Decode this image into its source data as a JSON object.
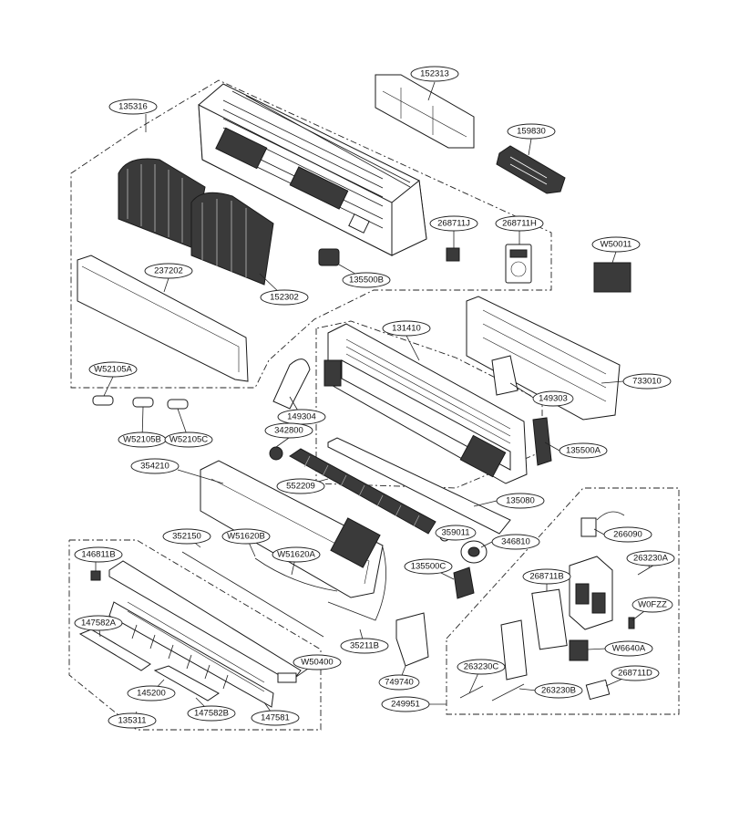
{
  "labels": {
    "l152313": "152313",
    "l135316": "135316",
    "l159830": "159830",
    "l268711J": "268711J",
    "l268711H": "268711H",
    "l135500B": "135500B",
    "lW50011": "W50011",
    "l237202": "237202",
    "l152302": "152302",
    "l131410": "131410",
    "l733010": "733010",
    "lW52105A": "W52105A",
    "l149303": "149303",
    "l149304": "149304",
    "l342800": "342800",
    "lW52105B": "W52105B",
    "lW52105C": "W52105C",
    "l135500A": "135500A",
    "l354210": "354210",
    "l552209": "552209",
    "l135080": "135080",
    "l266090": "266090",
    "l352150": "352150",
    "lW51620B": "W51620B",
    "l359011": "359011",
    "l346810": "346810",
    "l146811B": "146811B",
    "lW51620A": "W51620A",
    "l135500C": "135500C",
    "l263230A": "263230A",
    "l268711B": "268711B",
    "lW0FZZ": "W0FZZ",
    "l147582A": "147582A",
    "l35211B": "35211B",
    "lW6640A": "W6640A",
    "lW50400": "W50400",
    "l749740": "749740",
    "l263230C": "263230C",
    "l263230B": "263230B",
    "l268711D": "268711D",
    "l145200": "145200",
    "l249951": "249951",
    "l147582B": "147582B",
    "l147581": "147581",
    "l135311": "135311"
  }
}
